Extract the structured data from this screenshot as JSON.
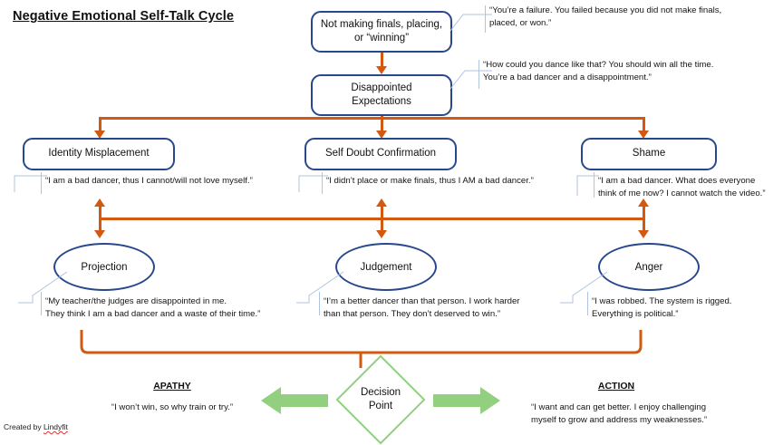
{
  "page": {
    "title": "Negative Emotional Self-Talk Cycle",
    "credit_prefix": "Created by ",
    "credit_name": "Lindyfit"
  },
  "colors": {
    "box_border": "#28488C",
    "connector": "#D2590F",
    "diamond_border": "#92D07F",
    "green_arrow": "#92D07F",
    "leader_line": "#AFC4DE"
  },
  "nodes": {
    "trigger": {
      "label": "Not making finals, placing,\nor “winning”",
      "note": "“You’re a failure. You failed because you did not make finals,\nplaced, or won.”"
    },
    "expectations": {
      "label": "Disappointed\nExpectations",
      "note": "“How could you dance like that? You should win all the time.\nYou’re a bad dancer and a disappointment.”"
    },
    "tier2": [
      {
        "label": "Identity Misplacement",
        "note": "“I am a bad dancer, thus I cannot/will not love myself.”"
      },
      {
        "label": "Self Doubt Confirmation",
        "note": "“I didn’t place or make finals, thus I AM a bad dancer.”"
      },
      {
        "label": "Shame",
        "note": "“I am a bad dancer. What does everyone\nthink of me now? I cannot watch the video.”"
      }
    ],
    "tier3": [
      {
        "label": "Projection",
        "note": "“My teacher/the judges are disappointed in me.\nThey think I am a bad dancer and a waste of their time.”"
      },
      {
        "label": "Judgement",
        "note": "“I’m a better dancer than that person. I work harder\nthan that person. They don’t deserved to win.”"
      },
      {
        "label": "Anger",
        "note": "“I was robbed. The system is rigged.\nEverything is political.”"
      }
    ],
    "decision": {
      "label": "Decision\nPoint"
    },
    "outcomes": {
      "left": {
        "heading": "APATHY",
        "note": "“I won’t win, so why train or try.”"
      },
      "right": {
        "heading": "ACTION",
        "note": "“I want and can get better. I enjoy challenging\nmyself to grow and address my weaknesses.”"
      }
    }
  }
}
